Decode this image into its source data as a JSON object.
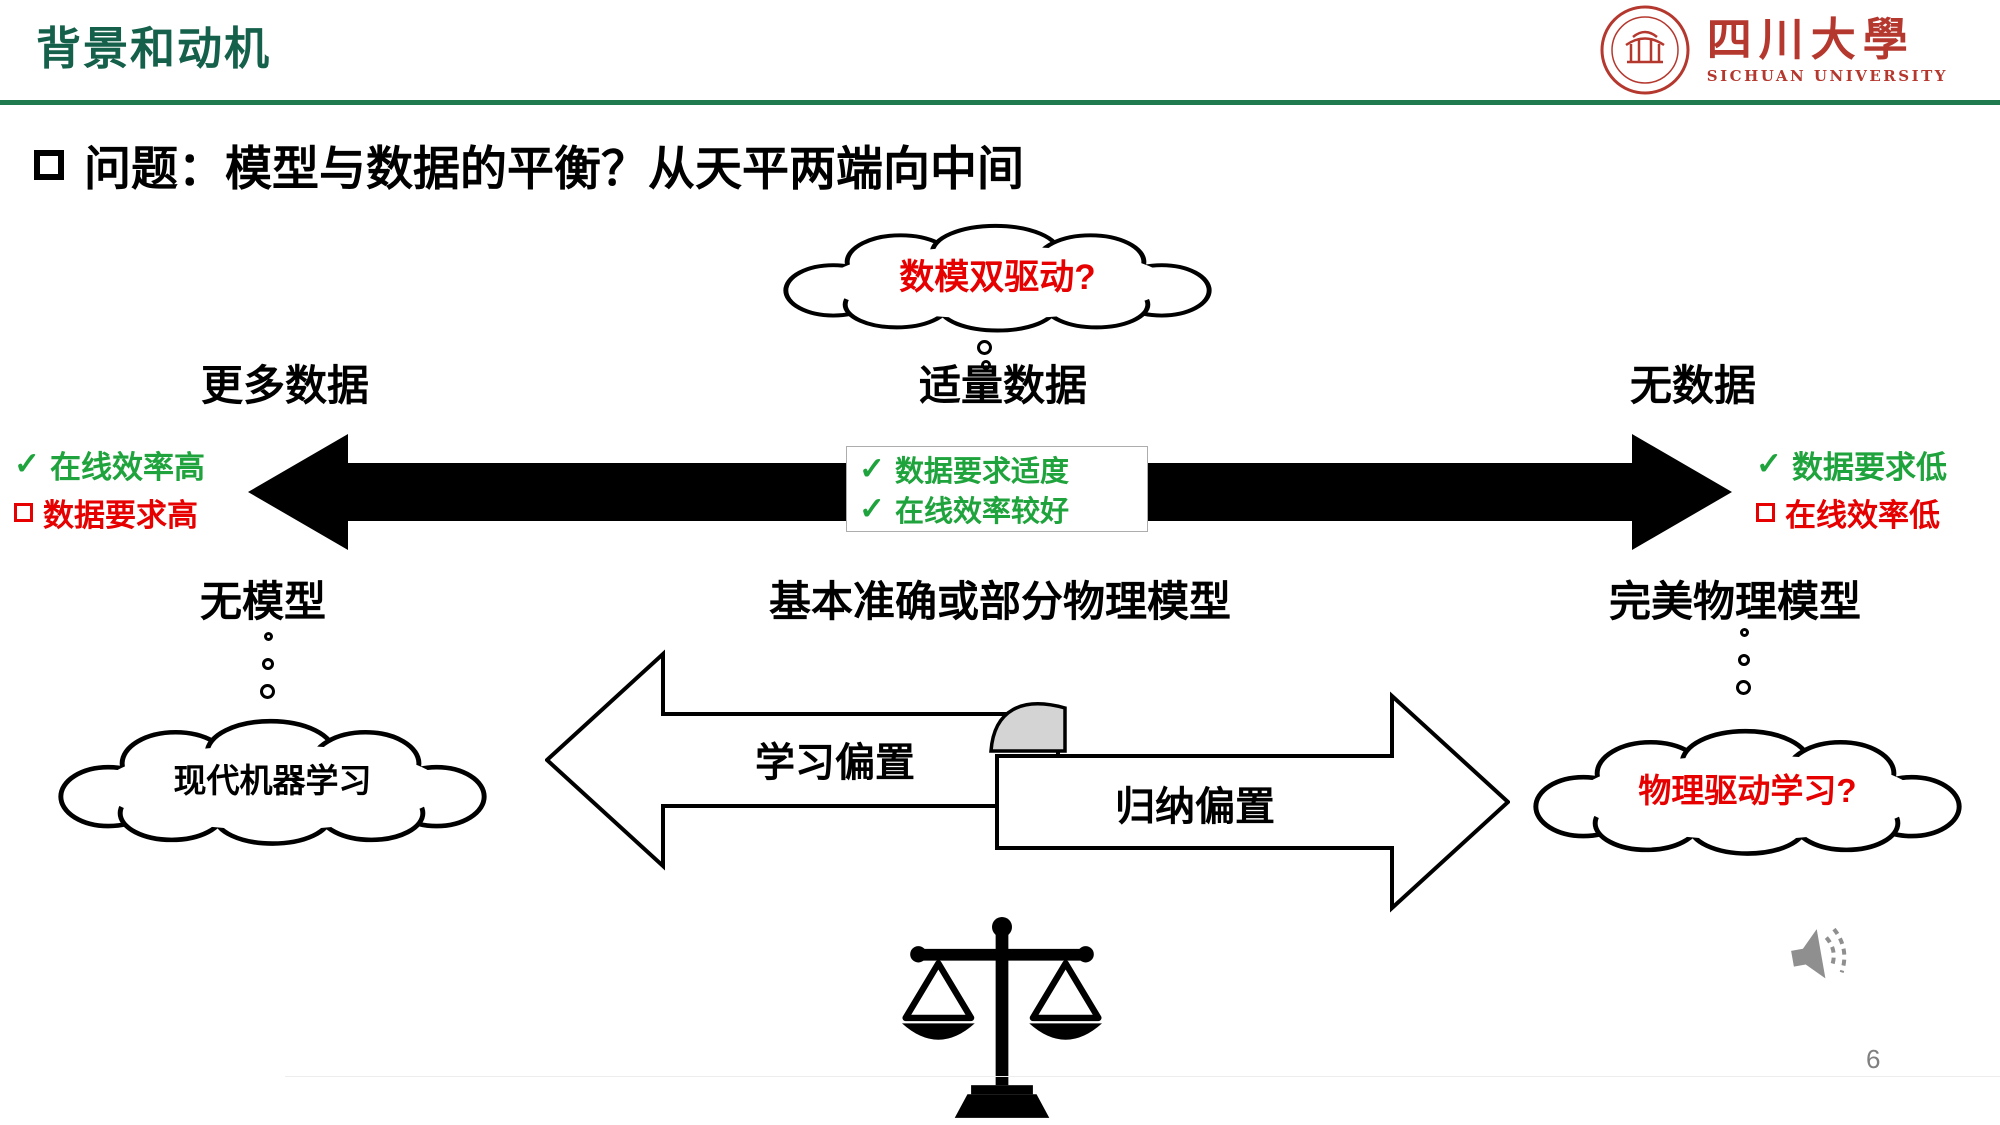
{
  "header": {
    "title": "背景和动机",
    "logo": {
      "cn": "四川大學",
      "en": "SICHUAN UNIVERSITY"
    }
  },
  "slide": {
    "question": "问题：模型与数据的平衡？从天平两端向中间",
    "top_cloud": "数模双驱动?",
    "spectrum": {
      "left": {
        "data": "更多数据",
        "pro": "在线效率高",
        "con": "数据要求高",
        "model": "无模型",
        "cloud": "现代机器学习"
      },
      "center": {
        "data": "适量数据",
        "notes": [
          "数据要求适度",
          "在线效率较好"
        ],
        "model": "基本准确或部分物理模型"
      },
      "right": {
        "data": "无数据",
        "pro": "数据要求低",
        "con": "在线效率低",
        "model": "完美物理模型",
        "cloud": "物理驱动学习?"
      }
    },
    "ribbon": {
      "left_arrow": "学习偏置",
      "right_arrow": "归纳偏置"
    },
    "page_number": "6"
  },
  "icons": {
    "check": "✓"
  },
  "colors": {
    "title_green": "#15604a",
    "rule_green": "#1f7a50",
    "check_green": "#1fa33c",
    "alert_red": "#e60000",
    "logo_red": "#b5382f",
    "page_gray": "#808080"
  }
}
